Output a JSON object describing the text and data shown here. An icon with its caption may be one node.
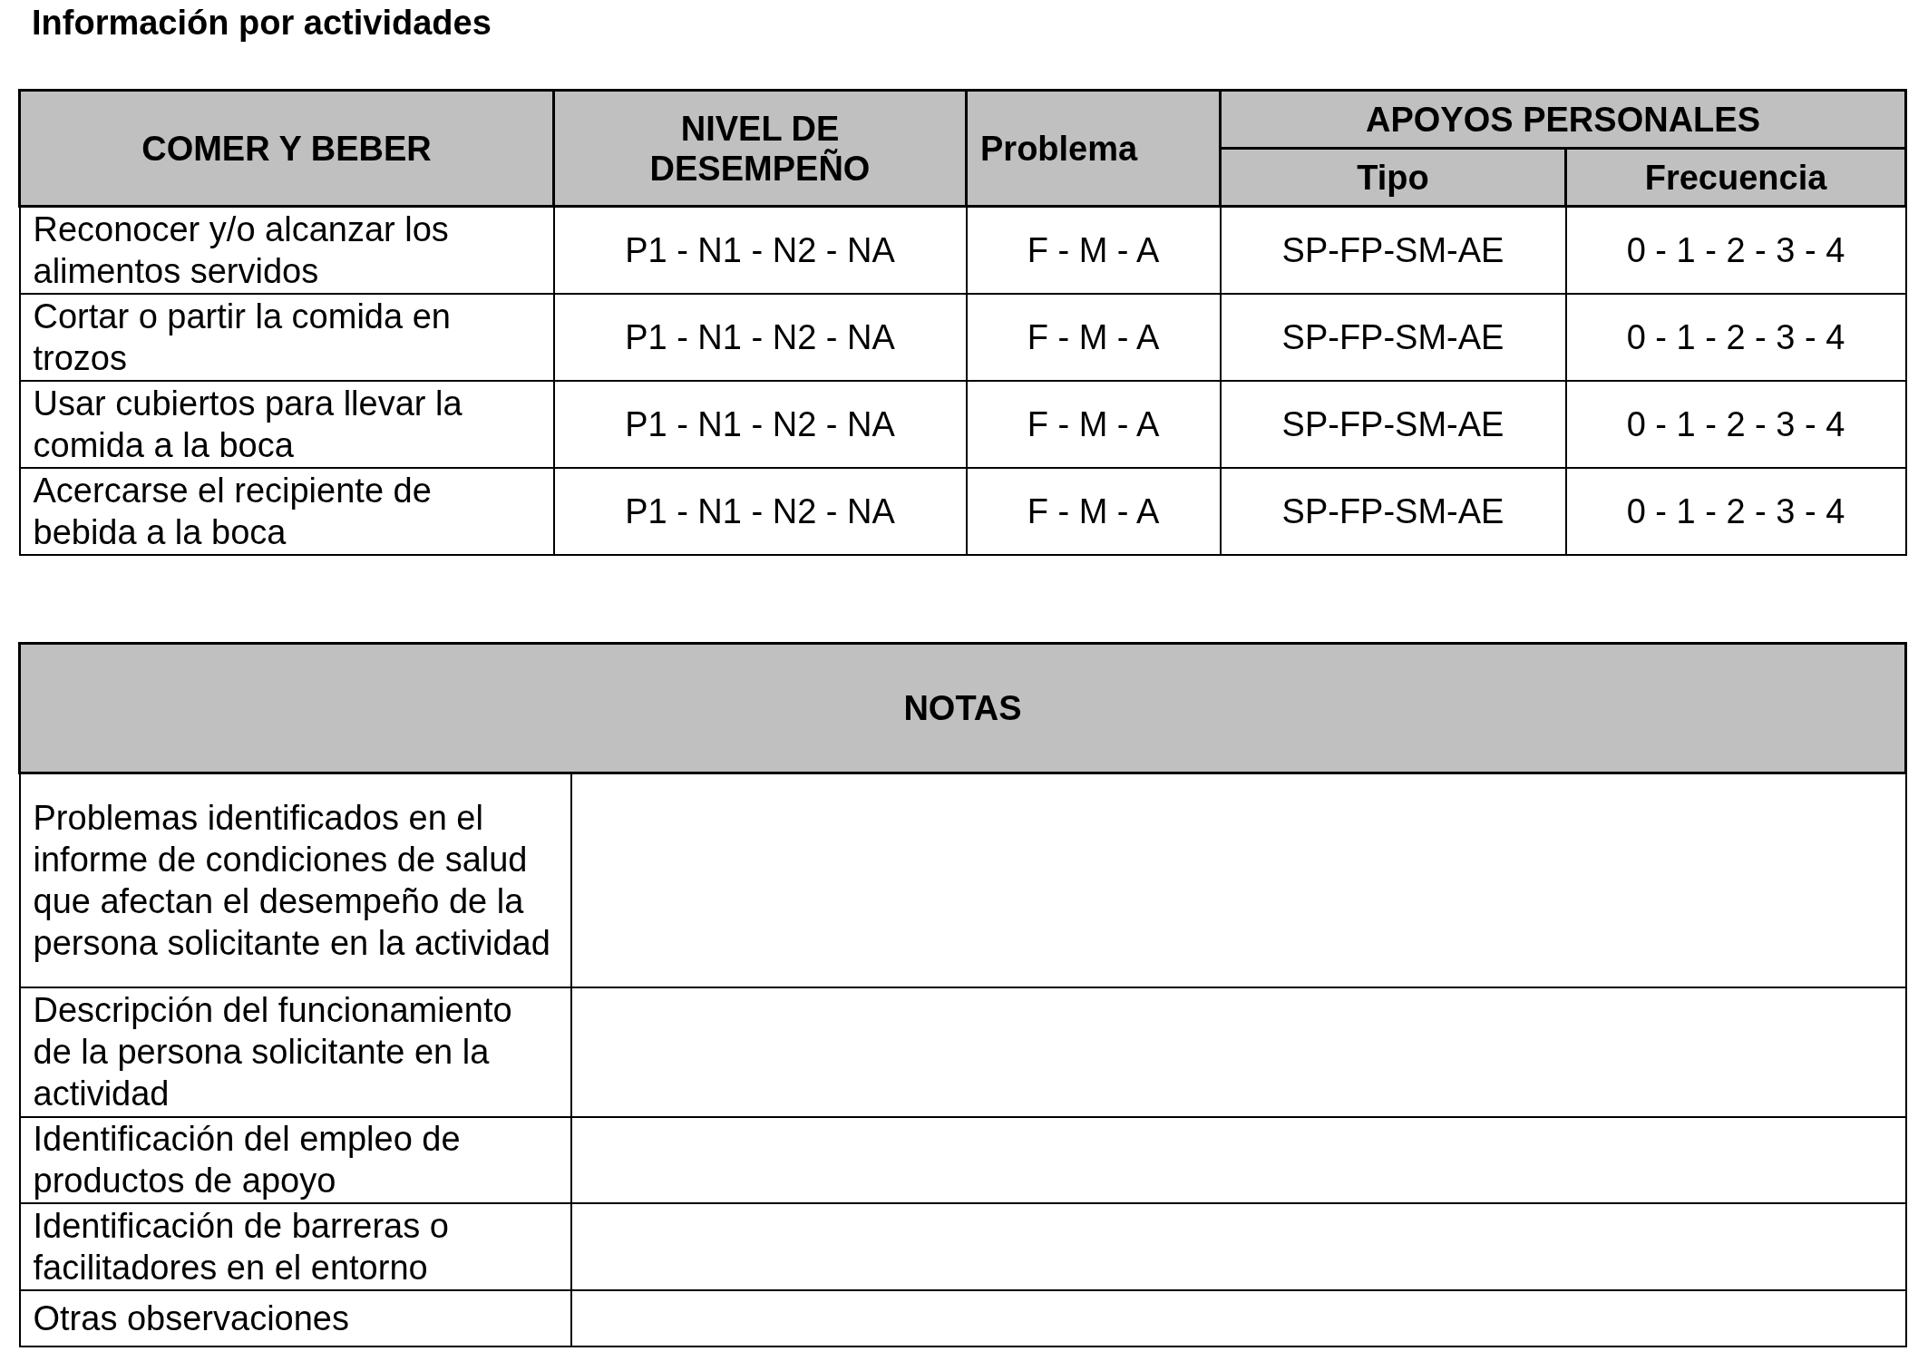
{
  "diagram": {
    "title": "Información por actividades",
    "labels": [
      "COMER Y BEBER",
      "NIVEL DE DESEMPEÑO",
      "Problema",
      "APOYOS PERSONALES",
      "Tipo",
      "Frecuencia",
      "Reconocer y/o alcanzar los alimentos servidos",
      "P1 - N1 - N2 - NA",
      "F - M - A",
      "SP-FP-SM-AE",
      "0 - 1 - 2 - 3 - 4",
      "Cortar o partir la comida en trozos",
      "P1 - N1 - N2 - NA",
      "F - M - A",
      "SP-FP-SM-AE",
      "0 - 1 - 2 - 3 - 4",
      "Usar cubiertos para llevar la comida a la boca",
      "P1 - N1 - N2 - NA",
      "F - M - A",
      "SP-FP-SM-AE",
      "0 - 1 - 2 - 3 - 4",
      "Acercarse el recipiente de bebida a la boca",
      "P1 - N1 - N2 - NA",
      "F - M - A",
      "SP-FP-SM-AE",
      "0 - 1 - 2 - 3 - 4",
      "NOTAS",
      "Problemas identificados en el informe de condiciones de salud que afectan el desempeño de la persona solicitante en la actividad",
      "Descripción del funcionamiento de la persona solicitante en la actividad",
      "Identificación del empleo de productos de apoyo",
      "Identificación de barreras o facilitadores en el entorno",
      "Otras observaciones"
    ]
  }
}
